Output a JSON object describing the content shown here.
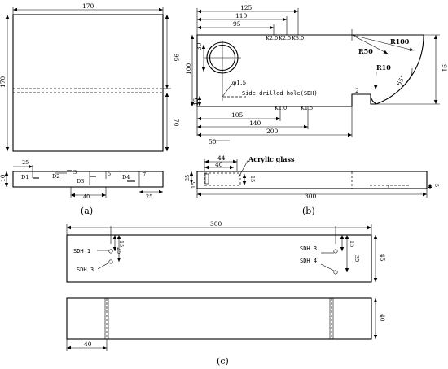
{
  "panel_a": {
    "caption": "(a)",
    "top_view": {
      "width_label": "170",
      "height_label": "170",
      "right_top": "95",
      "right_bottom": "70"
    },
    "side_view": {
      "thickness": "10",
      "left_offset": "25",
      "right_offset": "25",
      "middle": "40",
      "defects": [
        "D1",
        "D2",
        "D3",
        "D4"
      ],
      "d2_size": "3",
      "d3_size": "5",
      "d4_size": "7"
    }
  },
  "panel_b": {
    "caption": "(b)",
    "dims_top": [
      "125",
      "110",
      "95"
    ],
    "k_labels": [
      "K2.0",
      "K2.5",
      "K3.0"
    ],
    "k_bottom": [
      "K1.0",
      "K1.5"
    ],
    "radii": [
      "R100",
      "R50",
      "R10"
    ],
    "angle": "65°",
    "left_dims": {
      "hole": "30",
      "height": "100",
      "bottom": "15"
    },
    "right_dim": "91",
    "slot": "2",
    "hole_dia": "φ1.5",
    "sdh_label": "Side-drilled hole(SDH)",
    "bottom_dims": [
      "105",
      "140",
      "200"
    ],
    "under_dim": "50",
    "side": {
      "acrylic_label": "Acrylic glass",
      "top_dims": [
        "44",
        "40"
      ],
      "left_dims": [
        "25",
        "15"
      ],
      "inner": "15",
      "length": "300",
      "right": "5"
    }
  },
  "panel_c": {
    "caption": "(c)",
    "length": "300",
    "height_top": "45",
    "height_bottom": "40",
    "left_offset": "40",
    "sdh_left": [
      "SDH 1",
      "SDH 3"
    ],
    "sdh_right": [
      "SDH 3",
      "SDH 4"
    ],
    "left_dims": [
      "15",
      "25"
    ],
    "right_dims": [
      "15",
      "35"
    ]
  }
}
